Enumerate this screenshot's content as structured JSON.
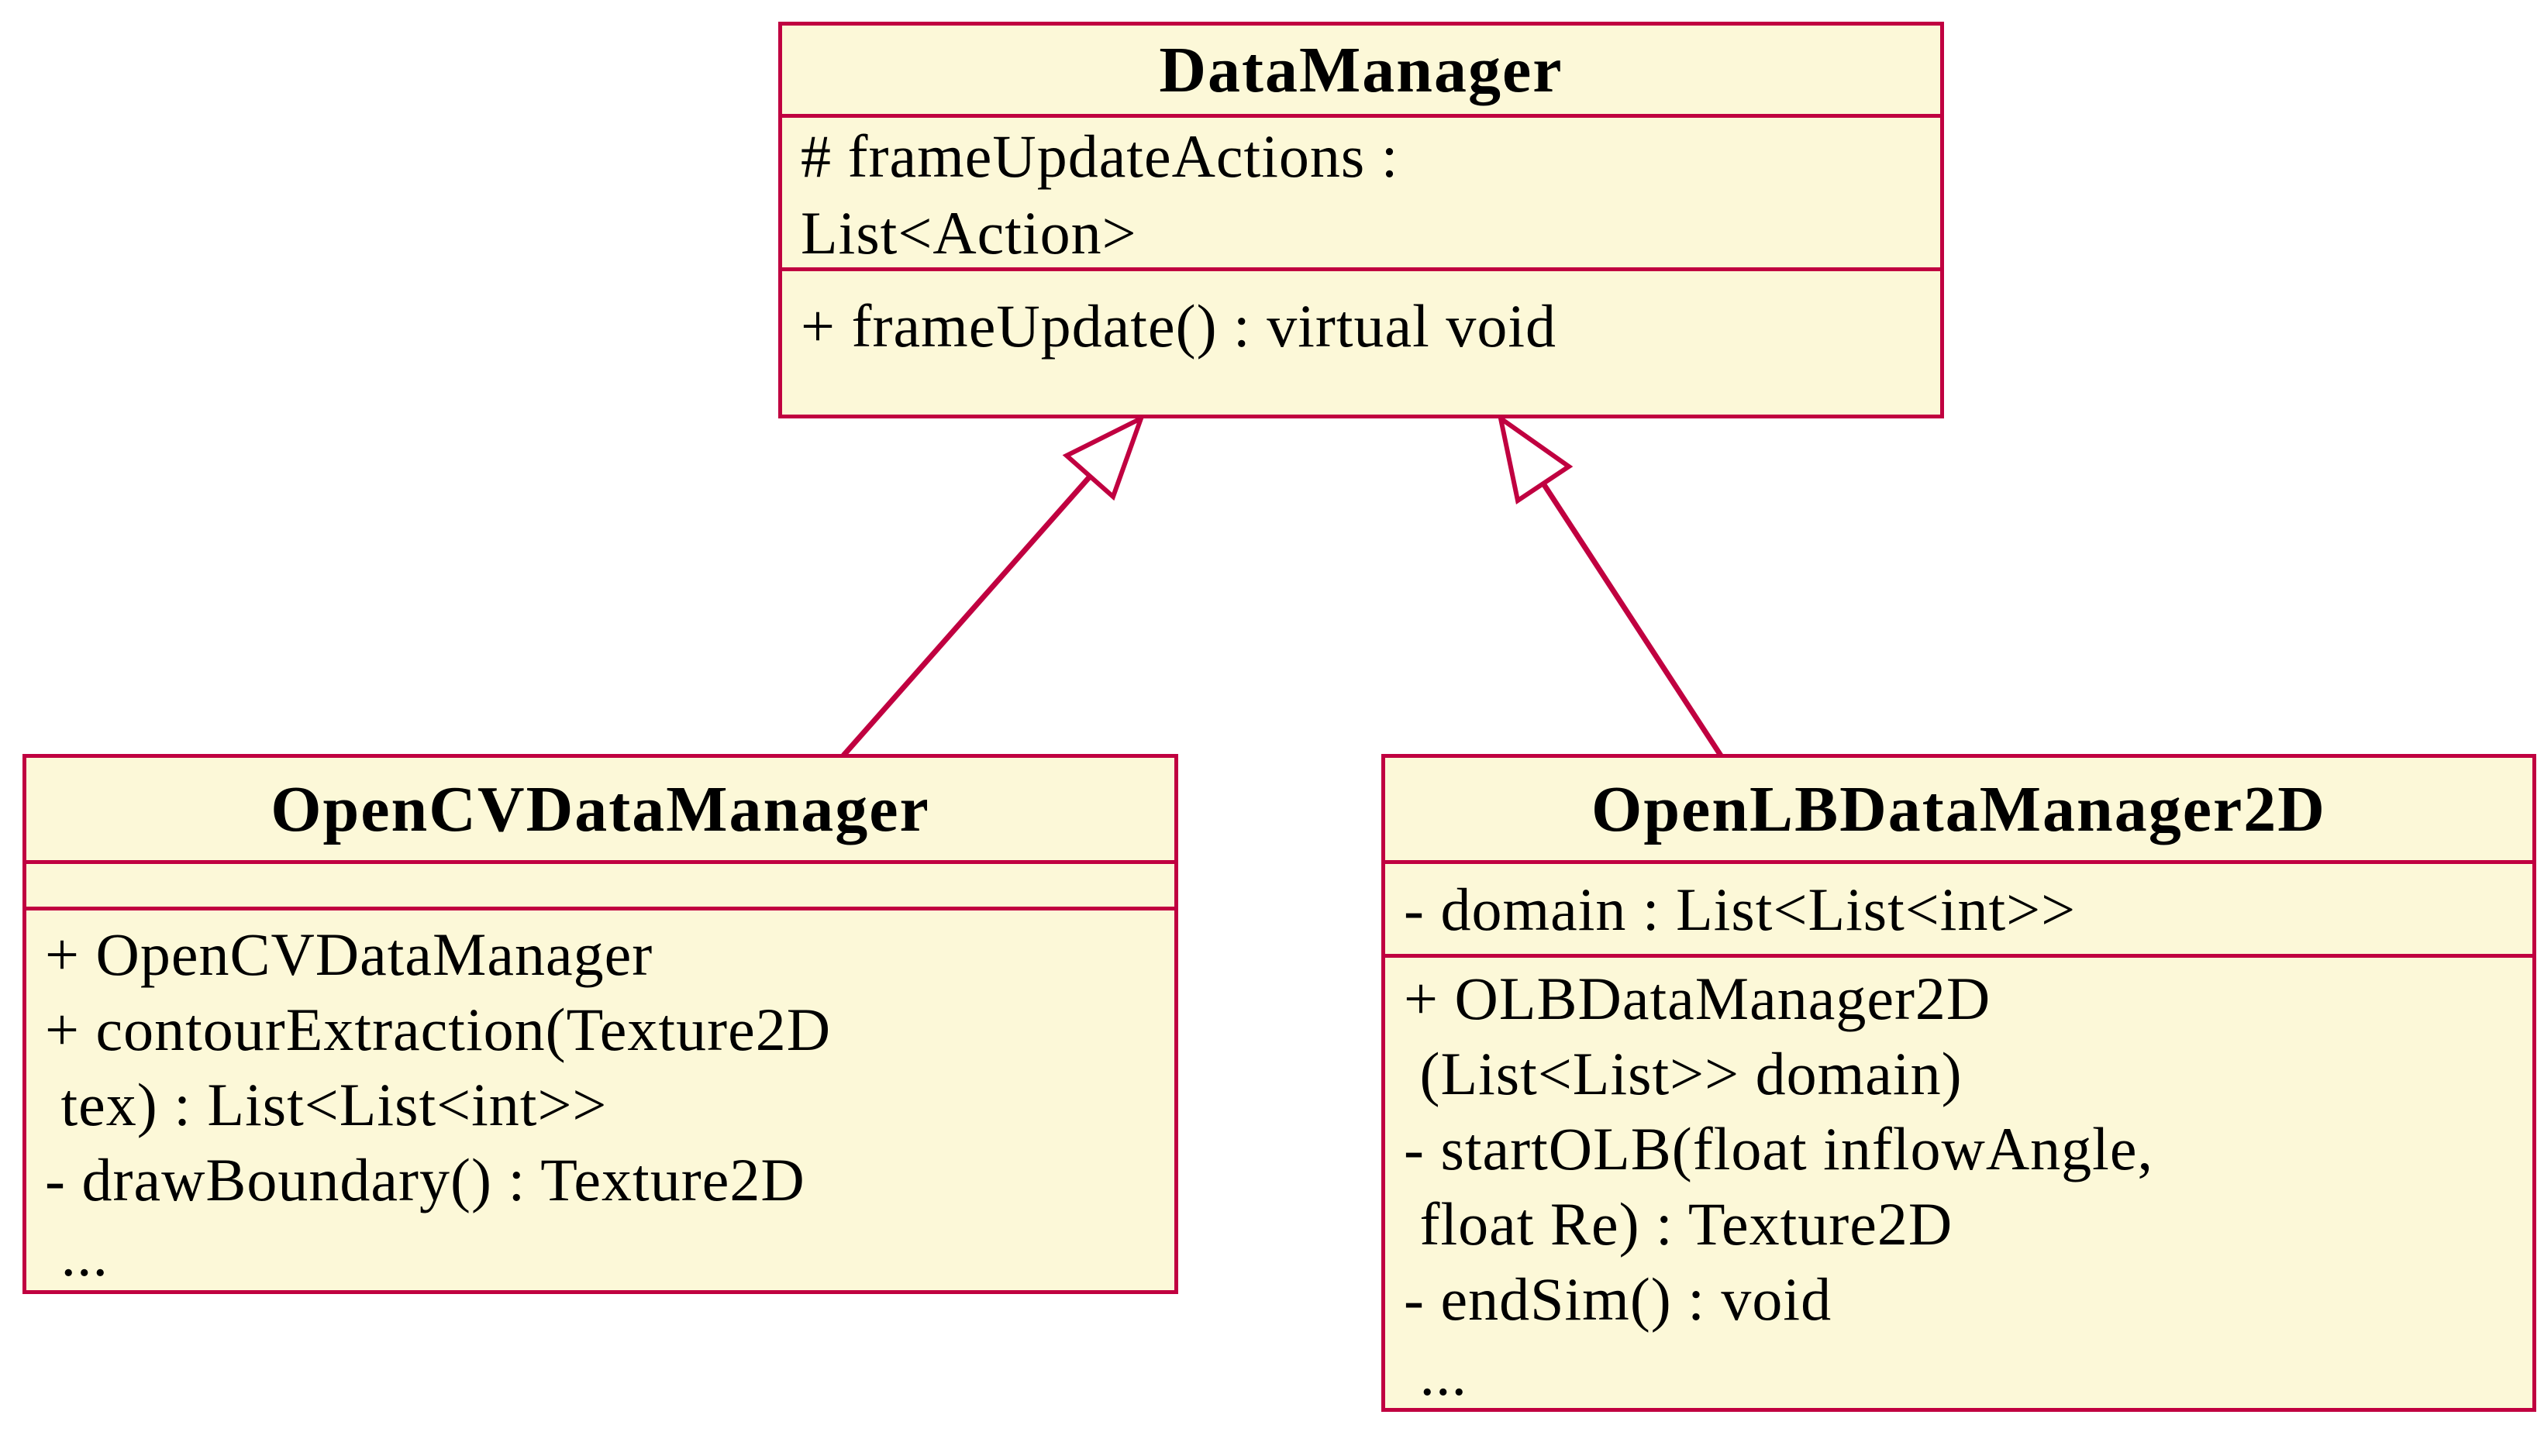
{
  "diagram": {
    "type": "uml-class-diagram",
    "colors": {
      "border": "#C00040",
      "fill": "#FCF8D8",
      "text": "#000000",
      "background": "#FFFFFF"
    },
    "classes": [
      {
        "id": "DataManager",
        "title": "DataManager",
        "attributes": [
          "# frameUpdateActions :",
          "List<Action>"
        ],
        "operations": [
          "+ frameUpdate() : virtual void"
        ]
      },
      {
        "id": "OpenCVDataManager",
        "title": "OpenCVDataManager",
        "attributes": [],
        "operations": [
          "+ OpenCVDataManager",
          "+ contourExtraction(Texture2D",
          " tex) : List<List<int>>",
          "- drawBoundary() : Texture2D",
          " ..."
        ]
      },
      {
        "id": "OpenLBDataManager2D",
        "title": "OpenLBDataManager2D",
        "attributes": [
          "- domain : List<List<int>>"
        ],
        "operations": [
          "+ OLBDataManager2D",
          " (List<List>> domain)",
          "- startOLB(float inflowAngle,",
          " float Re) : Texture2D",
          "- endSim() : void",
          " ..."
        ]
      }
    ],
    "relations": [
      {
        "type": "generalization",
        "from": "OpenCVDataManager",
        "to": "DataManager",
        "arrowhead": "hollow-triangle"
      },
      {
        "type": "generalization",
        "from": "OpenLBDataManager2D",
        "to": "DataManager",
        "arrowhead": "hollow-triangle"
      }
    ]
  }
}
